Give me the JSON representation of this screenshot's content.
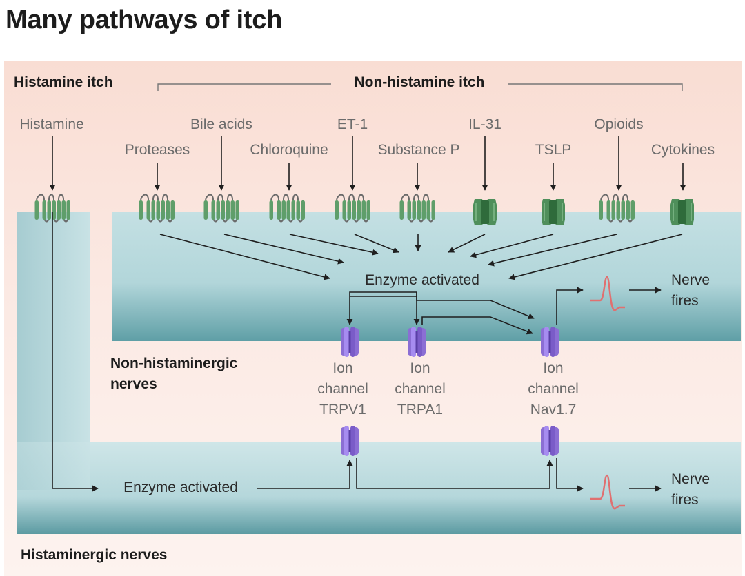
{
  "title": "Many pathways of itch",
  "headers": {
    "histamine_itch": "Histamine itch",
    "non_histamine_itch": "Non-histamine itch"
  },
  "stimuli": {
    "histamine": "Histamine",
    "proteases": "Proteases",
    "bile_acids": "Bile acids",
    "chloroquine": "Chloroquine",
    "et1": "ET-1",
    "substance_p": "Substance P",
    "il31": "IL-31",
    "tslp": "TSLP",
    "opioids": "Opioids",
    "cytokines": "Cytokines"
  },
  "enzyme_upper": "Enzyme activated",
  "enzyme_lower": "Enzyme activated",
  "nerve_fires_upper": [
    "Nerve",
    "fires"
  ],
  "nerve_fires_lower": [
    "Nerve",
    "fires"
  ],
  "channels": {
    "trpv1": [
      "Ion",
      "channel",
      "TRPV1"
    ],
    "trpa1": [
      "Ion",
      "channel",
      "TRPA1"
    ],
    "nav17": [
      "Ion",
      "channel",
      "Nav1.7"
    ]
  },
  "nerve_labels": {
    "non_histaminergic": [
      "Non-histaminergic",
      "nerves"
    ],
    "histaminergic": "Histaminergic nerves"
  },
  "colors": {
    "outer_bg": "#fbeae4",
    "nerve_fill": "#a9cfd4",
    "gpcr": "#5f9e6a",
    "receptor_dark": "#3f7d4b",
    "ion_channel": "#8e6ad6",
    "action_potential": "#e07070",
    "arrow": "#1f1f1f"
  }
}
